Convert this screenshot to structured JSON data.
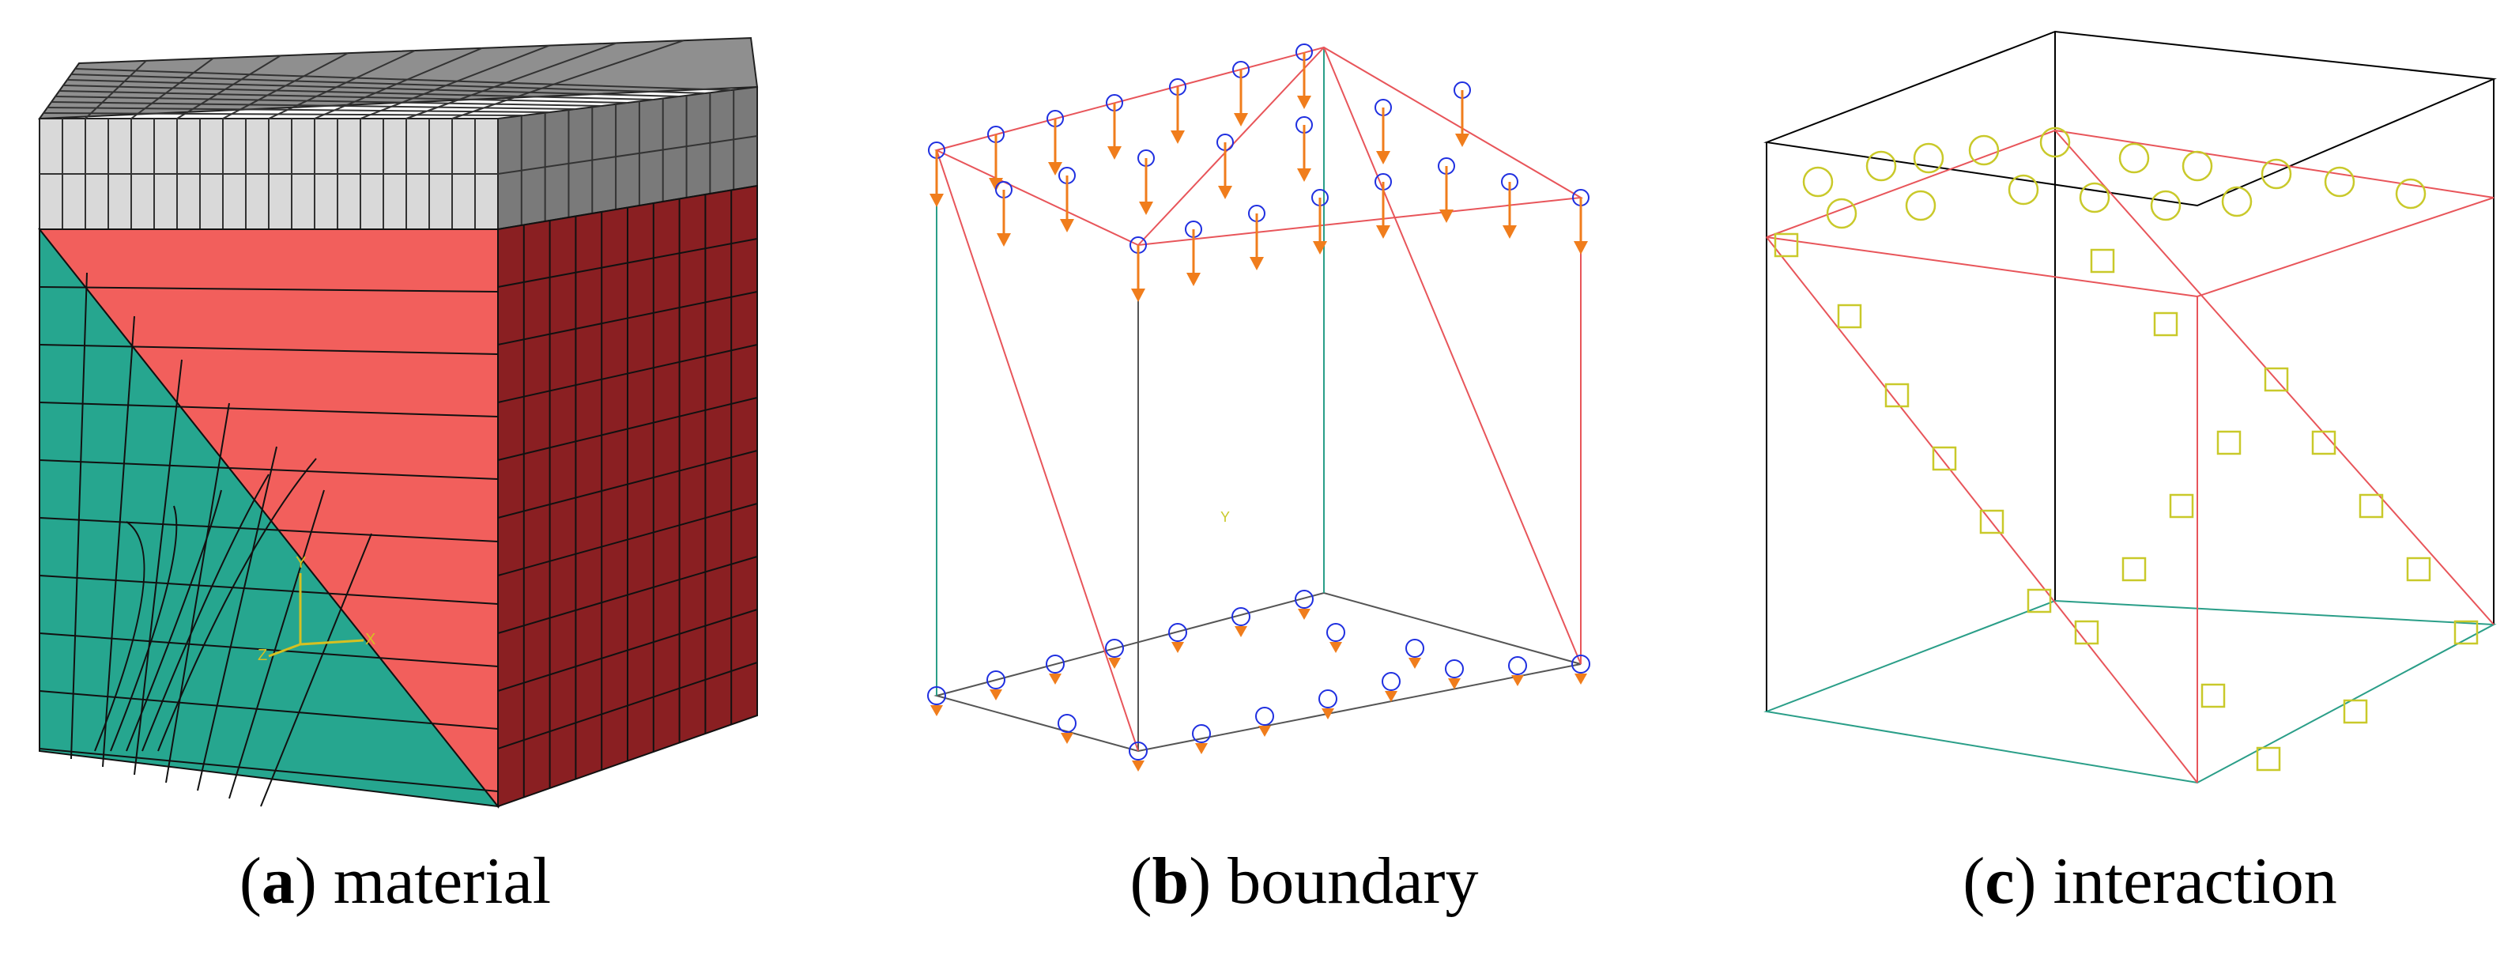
{
  "panels": [
    {
      "id": "a",
      "letter": "a",
      "title": "material"
    },
    {
      "id": "b",
      "letter": "b",
      "title": "boundary"
    },
    {
      "id": "c",
      "letter": "c",
      "title": "interaction"
    }
  ],
  "colors": {
    "top_block_light": "#d9d9d9",
    "top_block_dark": "#7a7a7a",
    "material_teal": "#26a68f",
    "material_salmon": "#f25f5c",
    "material_dark_red": "#8a1f22",
    "edge_red": "#e8555a",
    "edge_teal": "#2a9e88",
    "bc_blue": "#1f2fe0",
    "load_orange": "#f07d1c",
    "interaction_yellow": "#c9c92a",
    "frame_black": "#000000"
  },
  "axis_labels": {
    "x": "X",
    "y": "Y",
    "z": "Z"
  }
}
